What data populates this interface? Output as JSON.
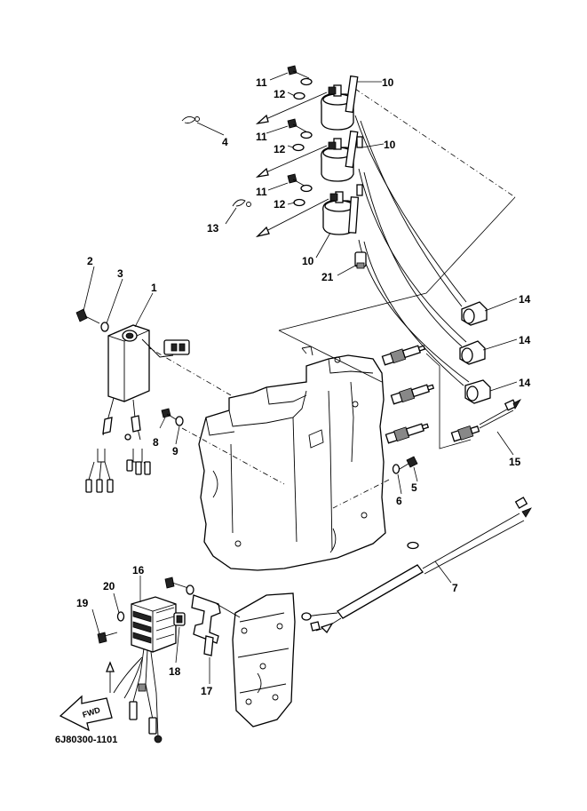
{
  "callouts": [
    {
      "id": "1",
      "label": "1"
    },
    {
      "id": "2",
      "label": "2"
    },
    {
      "id": "3",
      "label": "3"
    },
    {
      "id": "4",
      "label": "4"
    },
    {
      "id": "5",
      "label": "5"
    },
    {
      "id": "6",
      "label": "6"
    },
    {
      "id": "7",
      "label": "7"
    },
    {
      "id": "8",
      "label": "8"
    },
    {
      "id": "9",
      "label": "9"
    },
    {
      "id": "10a",
      "label": "10"
    },
    {
      "id": "10b",
      "label": "10"
    },
    {
      "id": "10c",
      "label": "10"
    },
    {
      "id": "11a",
      "label": "11"
    },
    {
      "id": "11b",
      "label": "11"
    },
    {
      "id": "11c",
      "label": "11"
    },
    {
      "id": "12a",
      "label": "12"
    },
    {
      "id": "12b",
      "label": "12"
    },
    {
      "id": "12c",
      "label": "12"
    },
    {
      "id": "13",
      "label": "13"
    },
    {
      "id": "14a",
      "label": "14"
    },
    {
      "id": "14b",
      "label": "14"
    },
    {
      "id": "14c",
      "label": "14"
    },
    {
      "id": "15",
      "label": "15"
    },
    {
      "id": "16",
      "label": "16"
    },
    {
      "id": "17",
      "label": "17"
    },
    {
      "id": "18",
      "label": "18"
    },
    {
      "id": "19",
      "label": "19"
    },
    {
      "id": "20",
      "label": "20"
    },
    {
      "id": "21",
      "label": "21"
    }
  ],
  "direction_badge": "FWD",
  "diagram_code": "6J80300-1101"
}
